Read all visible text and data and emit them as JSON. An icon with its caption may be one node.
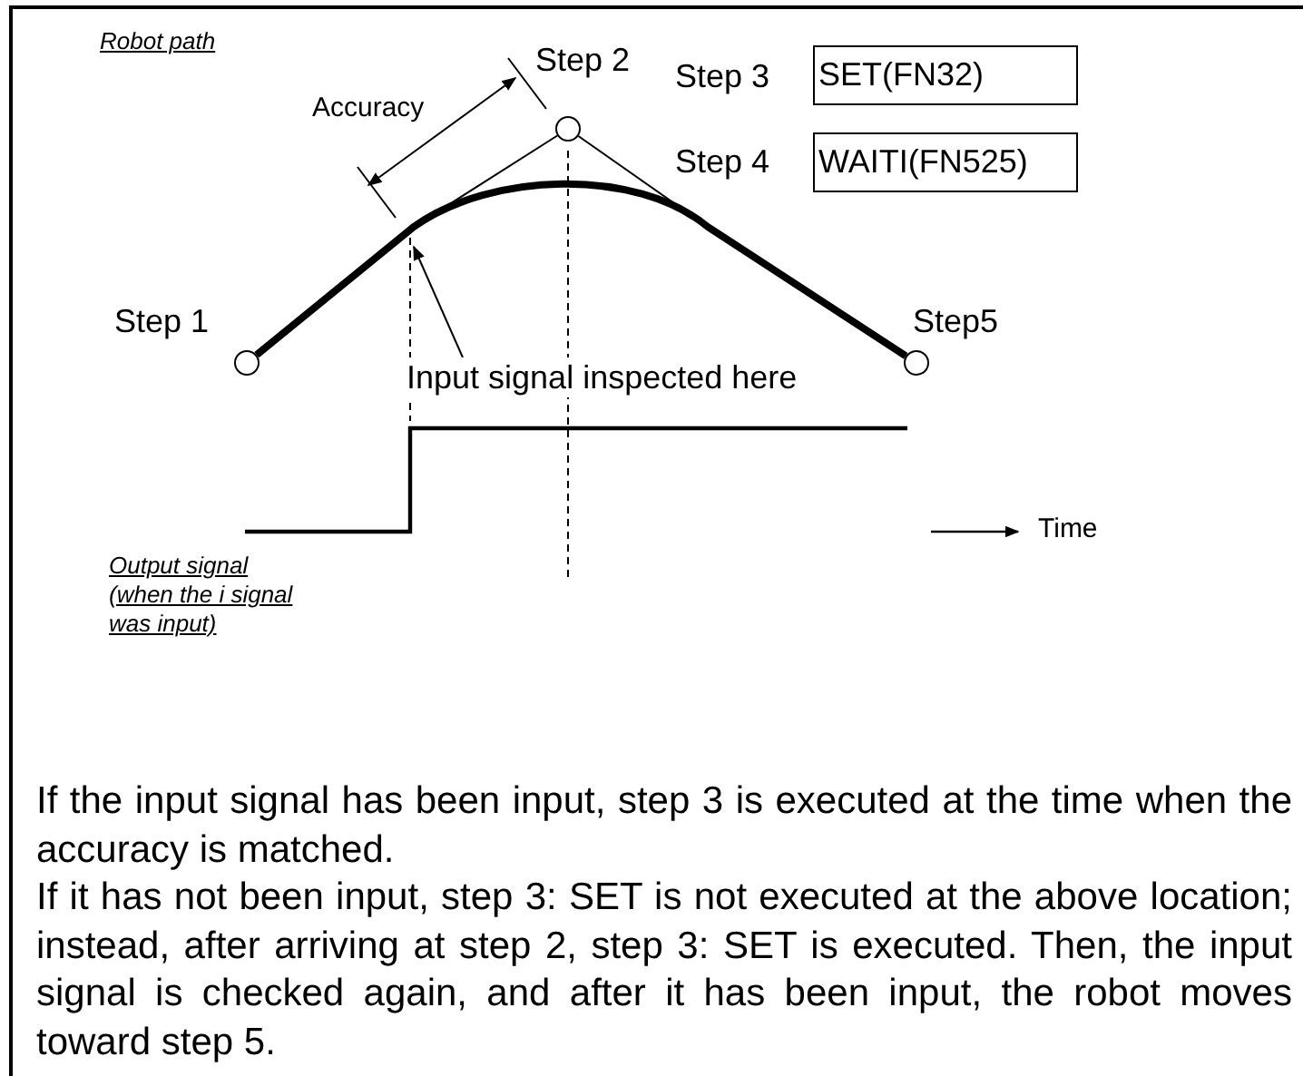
{
  "diagram": {
    "nodes": [
      {
        "text": [
          "Step 2"
        ]
      },
      {
        "text": [
          "SET(FN32)"
        ],
        "beside": [
          "Step 3"
        ]
      },
      {
        "text": [
          "WAITI(FN525)"
        ],
        "beside": [
          "Step 4"
        ]
      },
      {
        "text": [
          "Step 1"
        ]
      },
      {
        "text": [
          "Step5"
        ]
      },
      {
        "text": [
          "Input signal inspected here"
        ]
      }
    ],
    "edges": [
      {
        "from": 3,
        "to": 4,
        "arrow": "none",
        "style": "thick"
      },
      {
        "from": 5,
        "to": null,
        "arrow": "to"
      },
      {
        "from": 0,
        "to": null,
        "arrow": "none"
      },
      {
        "from": 0,
        "to": null,
        "arrow": "none"
      }
    ],
    "labels": [
      "Robot path",
      "Accuracy",
      "Time",
      "Output signal (when the i signal was input)",
      "If the input signal has been input, step 3 is executed at the time when the accuracy is matched.",
      "If it has not been input, step 3: SET is not executed at the above location; instead, after arriving at step 2, step 3: SET is executed. Then, the input signal is checked again, and after it has been input, the robot moves toward step 5."
    ]
  }
}
